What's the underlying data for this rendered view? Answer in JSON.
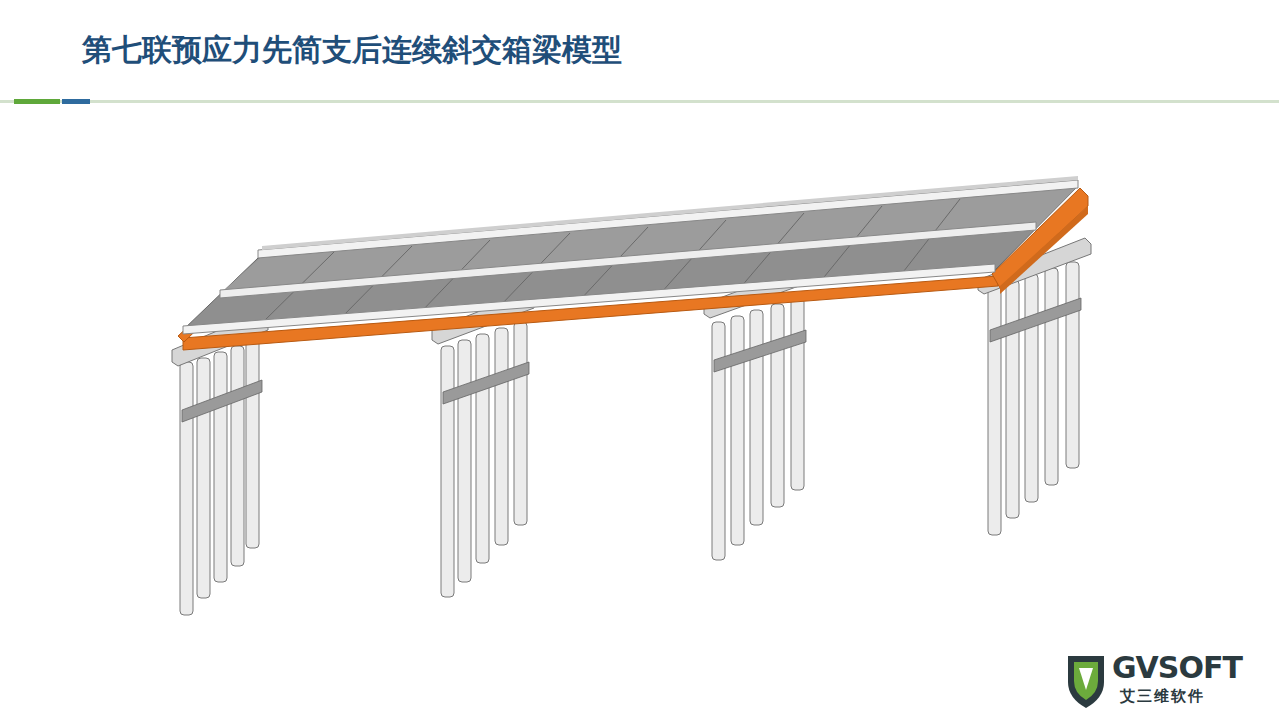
{
  "diagram": {
    "title": "第七联预应力先简支后连续斜交箱梁模型",
    "labels": [
      "GVSOFT",
      "艾三维软件"
    ]
  }
}
